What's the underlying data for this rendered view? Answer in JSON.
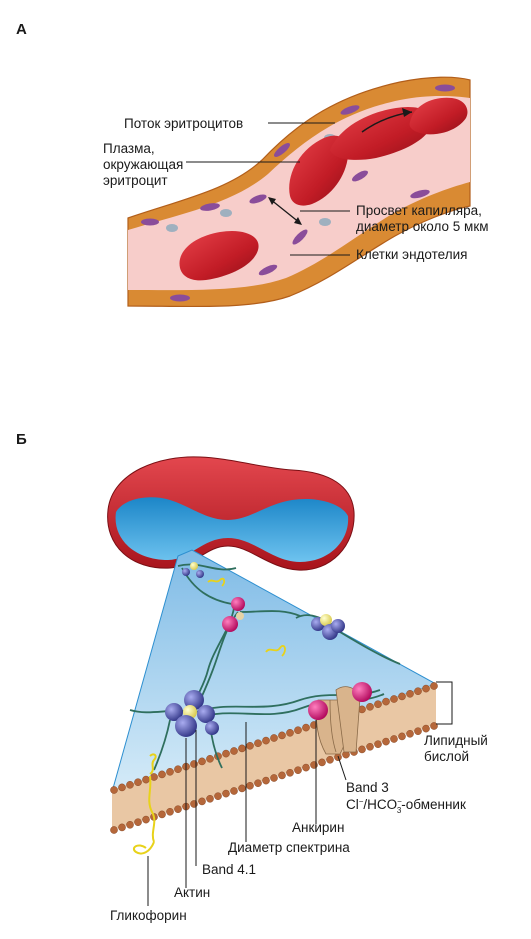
{
  "panels": {
    "a": {
      "letter": "А",
      "labels": {
        "rbc_flow": "Поток эритроцитов",
        "plasma_1": "Плазма,",
        "plasma_2": "окружающая",
        "plasma_3": "эритроцит",
        "lumen_1": "Просвет капилляра,",
        "lumen_2": "диаметр около 5 мкм",
        "endothelium": "Клетки эндотелия"
      }
    },
    "b": {
      "letter": "Б",
      "labels": {
        "lipid_1": "Липидный",
        "lipid_2": "бислой",
        "band3": "Band 3",
        "exchanger_cl": "Cl",
        "exchanger_mid": "/HCO",
        "exchanger_end": "-обменник",
        "exchanger_sup1": "−",
        "exchanger_sub3": "3",
        "exchanger_sup2": "−",
        "ankyrin": "Анкирин",
        "spectrin": "Диаметр спектрина",
        "band41": "Band 4.1",
        "actin": "Актин",
        "glycophorin": "Гликофорин"
      }
    }
  },
  "colors": {
    "rbc": "#c8202a",
    "vessel_wall": "#d9892f",
    "nucleus": "#8a4d9a",
    "plasma": "#f6c9c6",
    "membrane_bg": "#a9d4ef",
    "lipid_head": "#b5673a",
    "spectrin": "#2f6f5e",
    "protein_blue": "#4a4fa8",
    "ankyrin": "#e0157a",
    "band3": "#d9b48c",
    "glycophorin": "#e8d21a"
  }
}
